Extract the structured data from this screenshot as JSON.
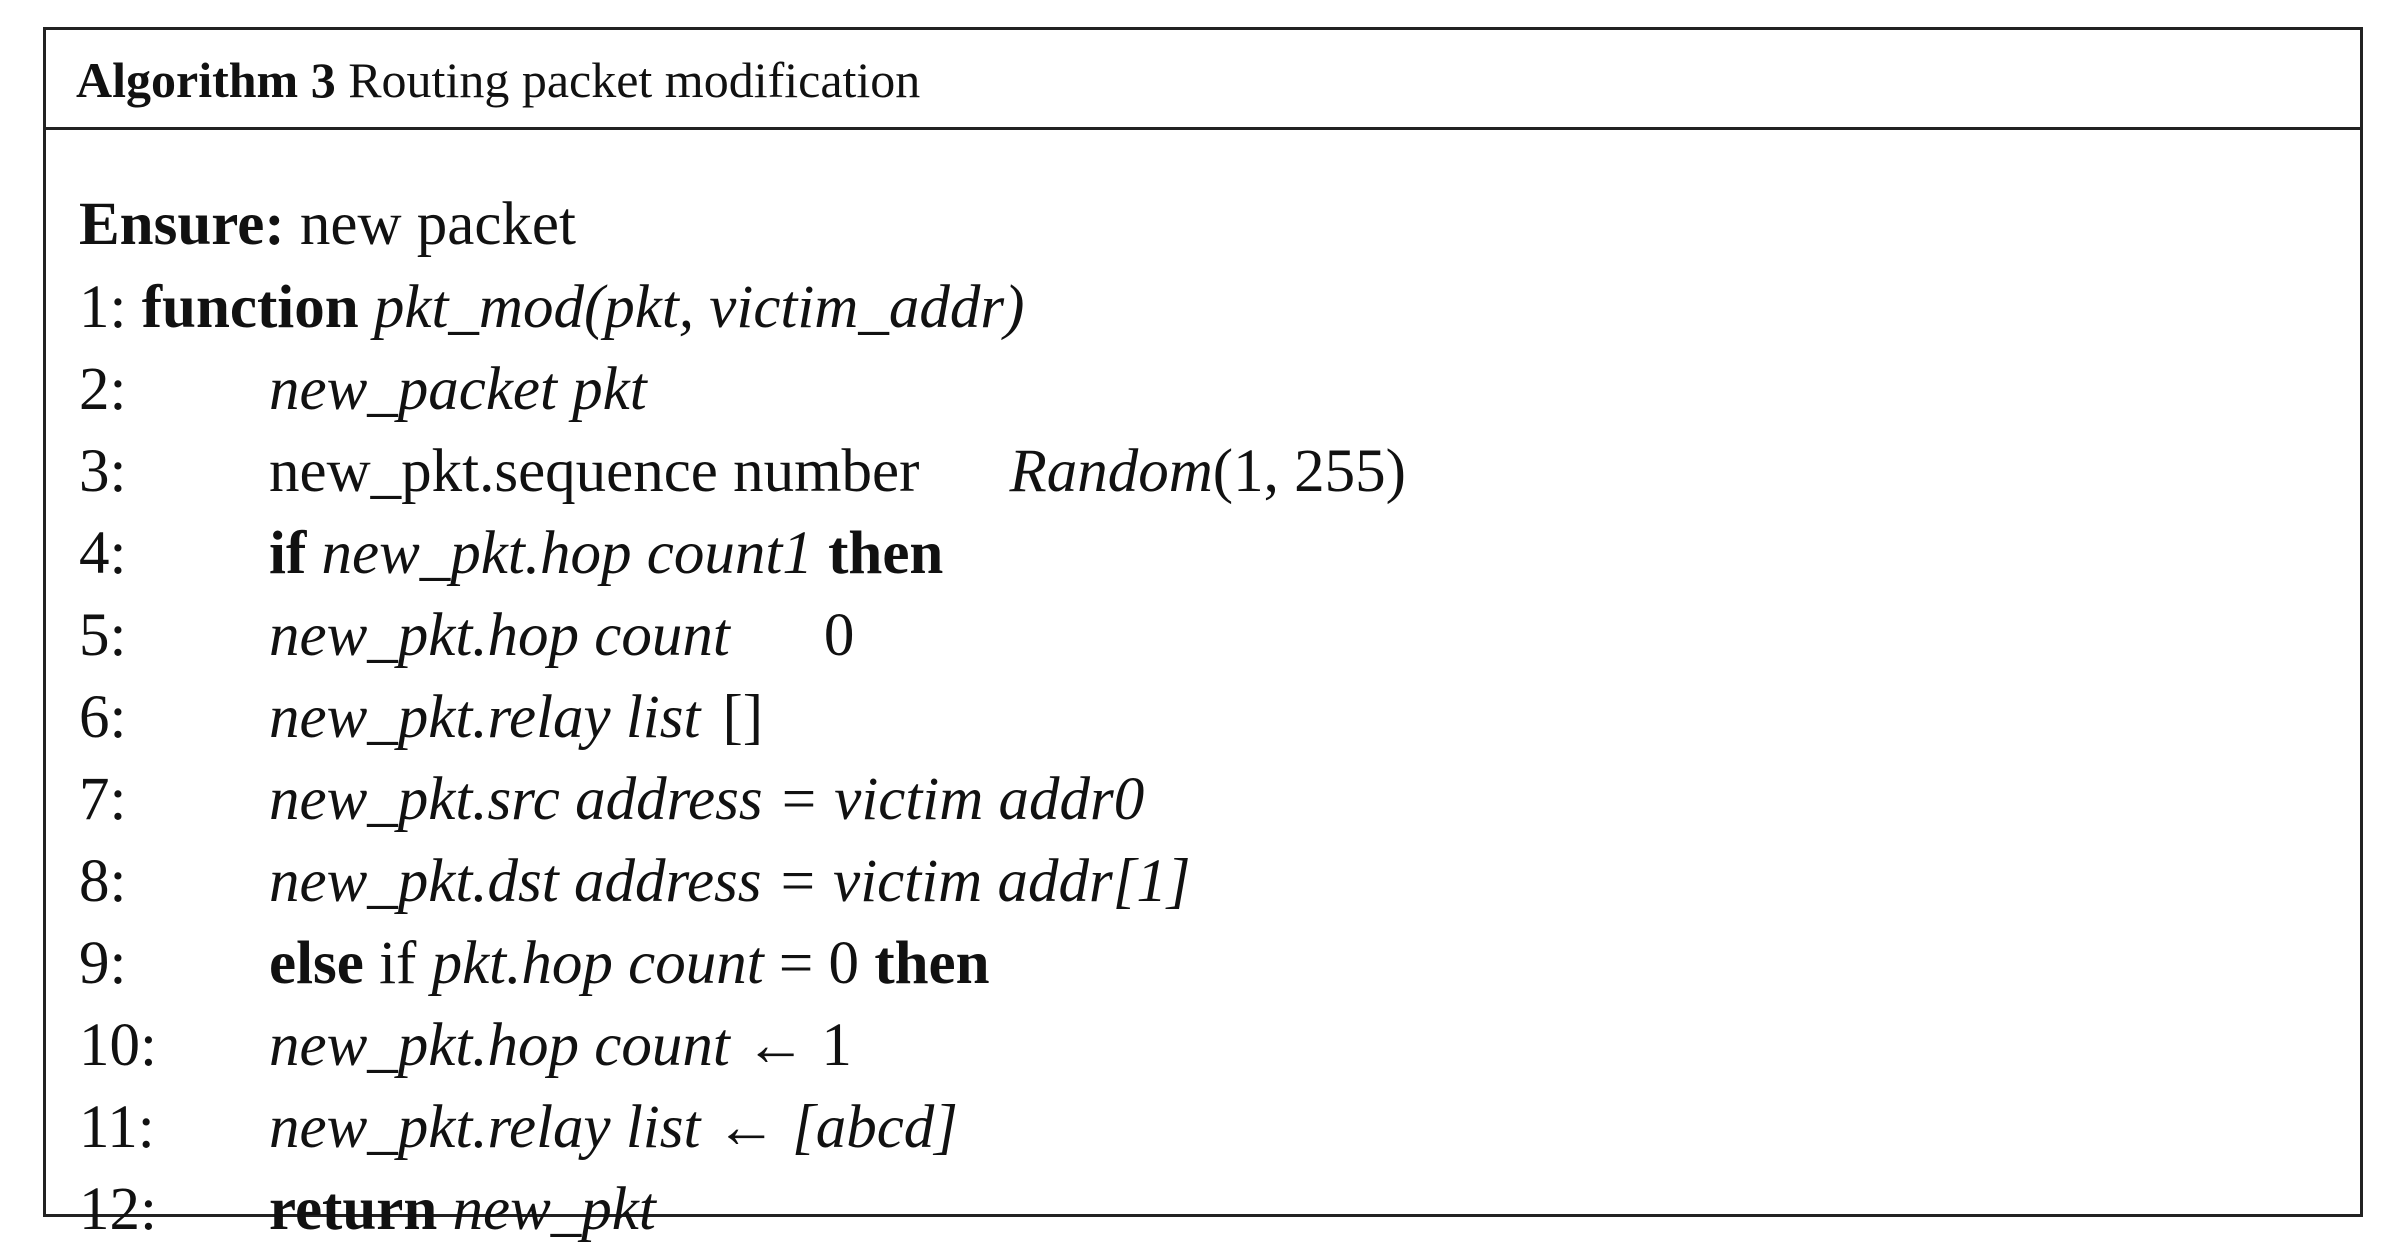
{
  "algorithm": {
    "label": "Algorithm 3",
    "title": "Routing packet modification",
    "ensure_keyword": "Ensure:",
    "ensure_text": "new packet",
    "lines": {
      "l1": {
        "num": "1:",
        "kw": "function",
        "sig": "pkt_mod(pkt, victim_addr)"
      },
      "l2": {
        "num": "2:",
        "text": "new_packet pkt"
      },
      "l3": {
        "num": "3:",
        "a": "new_pkt.sequence number",
        "b": "Random",
        "c": "(1, 255)"
      },
      "l4": {
        "num": "4:",
        "kw1": "if",
        "cond": "new_pkt.hop count1",
        "kw2": "then"
      },
      "l5": {
        "num": "5:",
        "a": "new_pkt.hop count",
        "b": "0"
      },
      "l6": {
        "num": "6:",
        "a": "new_pkt.relay list",
        "b": "[]"
      },
      "l7": {
        "num": "7:",
        "text": "new_pkt.src address = victim addr0"
      },
      "l8": {
        "num": "8:",
        "text": "new_pkt.dst address = victim addr[1]"
      },
      "l9": {
        "num": "9:",
        "kw1": "else",
        "kw1b": "if",
        "cond": "pkt.hop count",
        "rest": "= 0",
        "kw2": "then"
      },
      "l10": {
        "num": "10:",
        "a": "new_pkt.hop count",
        "arrow": "←",
        "b": "1"
      },
      "l11": {
        "num": "11:",
        "a": "new_pkt.relay list",
        "arrow": "←",
        "b": "[abcd]"
      },
      "l12": {
        "num": "12:",
        "kw": "return",
        "text": "new_pkt"
      }
    }
  }
}
